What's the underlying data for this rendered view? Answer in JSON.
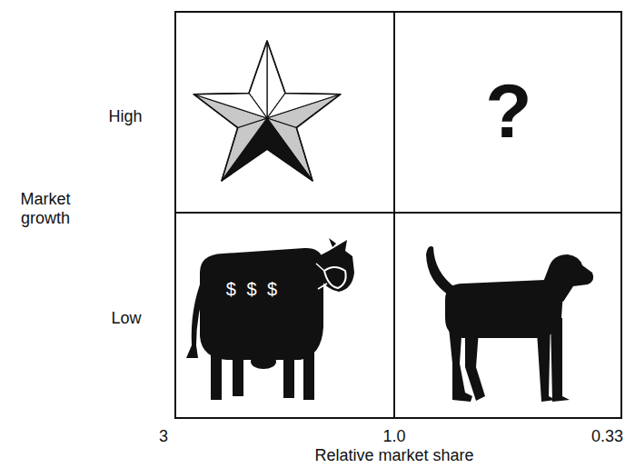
{
  "diagram": {
    "labels": [
      "High",
      "Low",
      "Market growth",
      "3",
      "1.0",
      "0.33",
      "Relative market share",
      "?",
      "$ $ $"
    ]
  }
}
